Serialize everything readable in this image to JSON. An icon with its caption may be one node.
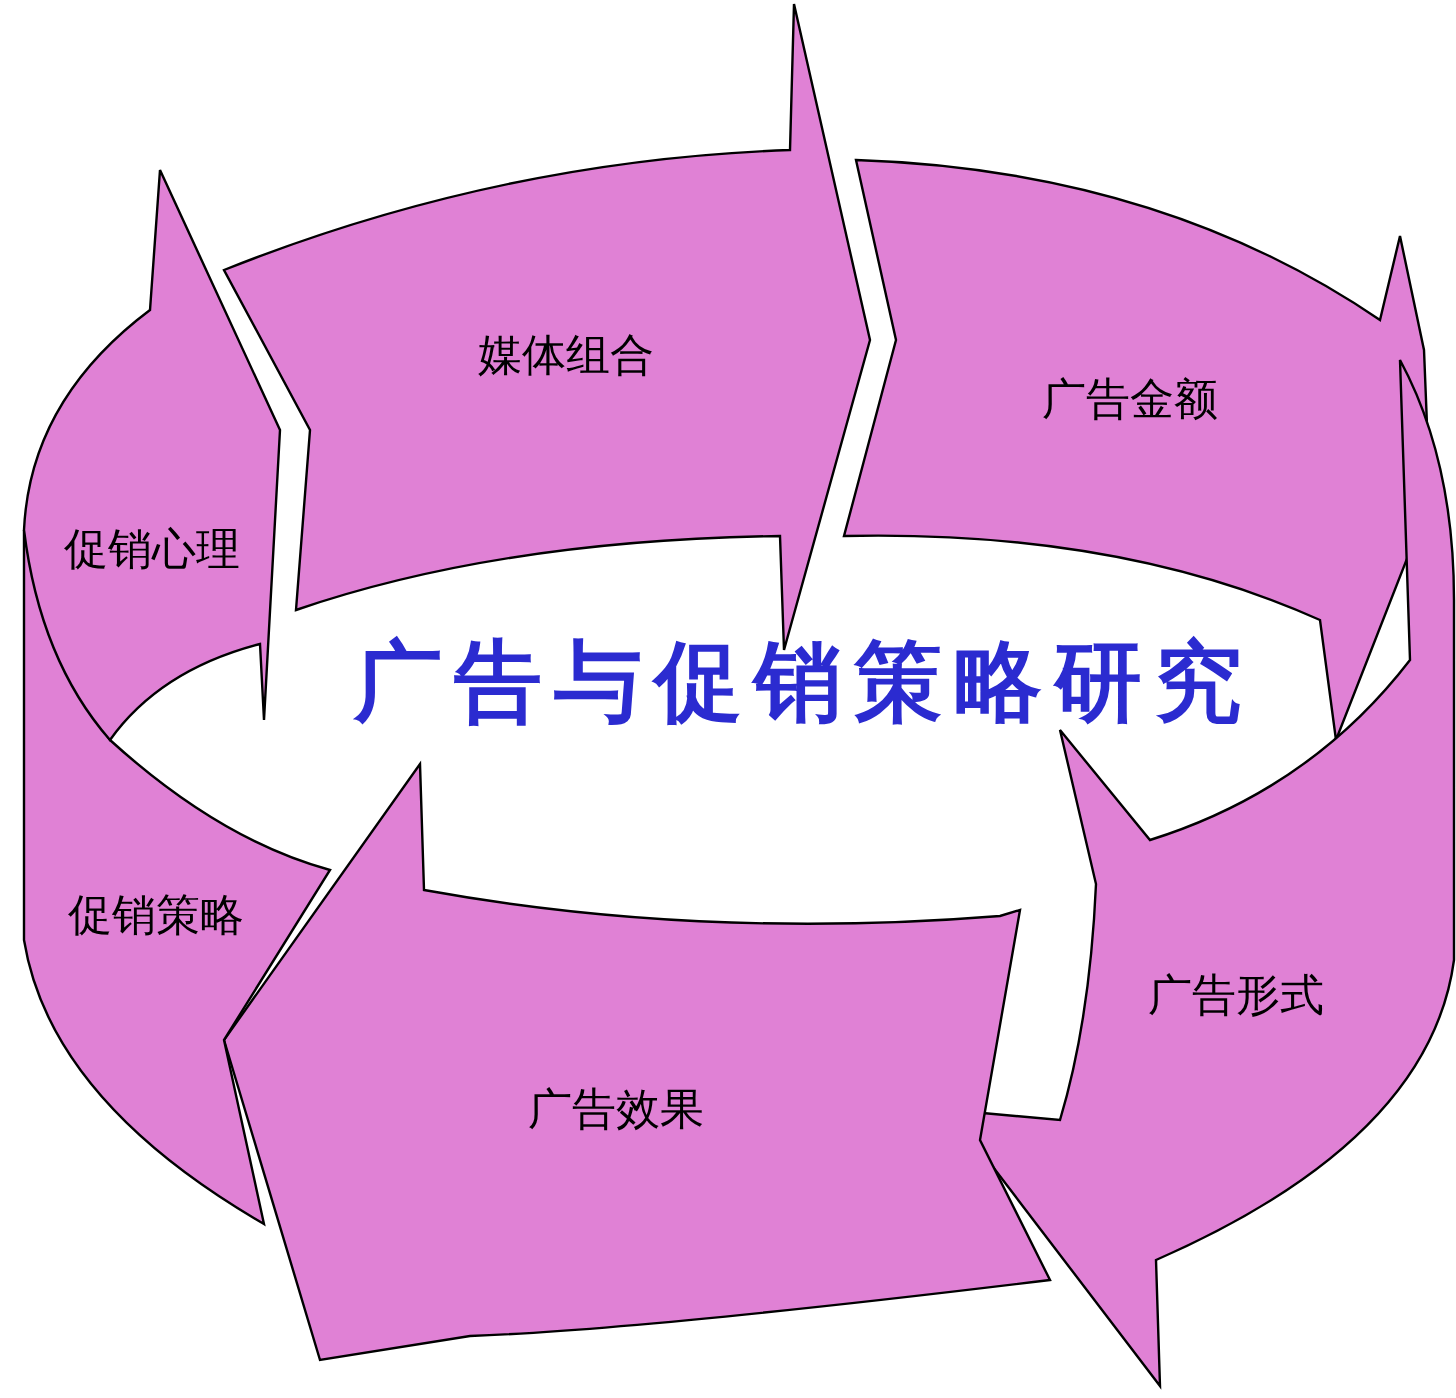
{
  "diagram": {
    "title": "广告与促销策略研究",
    "nodes": [
      {
        "text": [
          "媒体组合"
        ]
      },
      {
        "text": [
          "广告金额"
        ]
      },
      {
        "text": [
          "广告形式"
        ]
      },
      {
        "text": [
          "广告效果"
        ]
      },
      {
        "text": [
          "促销策略"
        ]
      },
      {
        "text": [
          "促销心理"
        ]
      }
    ]
  }
}
